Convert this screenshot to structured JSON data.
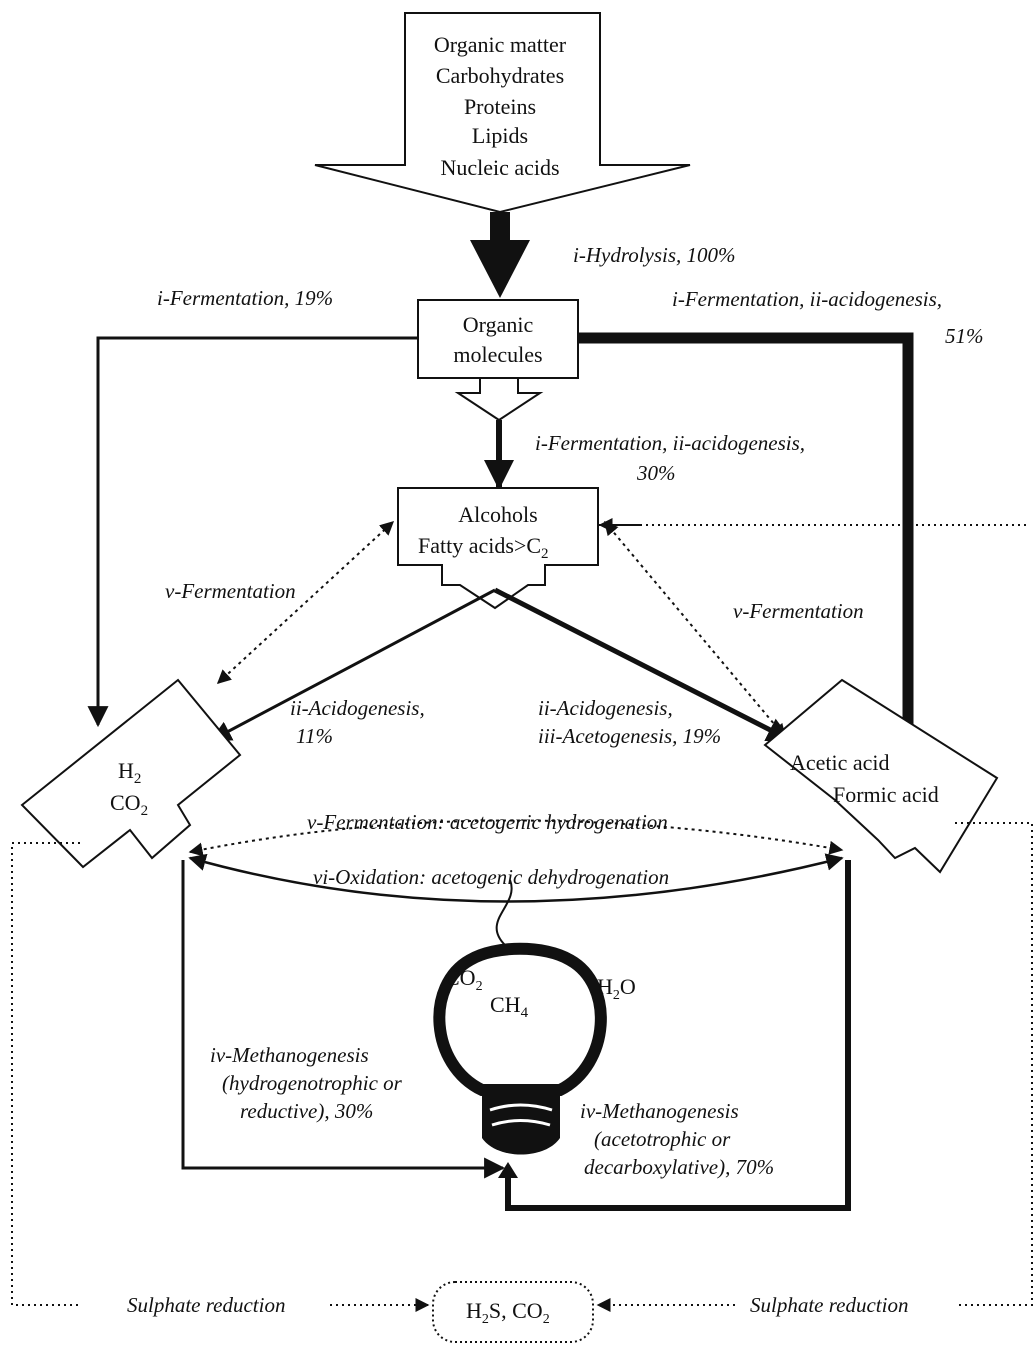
{
  "nodes": {
    "organic_matter": [
      "Organic matter",
      "Carbohydrates",
      "Proteins",
      "Lipids",
      "Nucleic acids"
    ],
    "organic_molecules": [
      "Organic",
      "molecules"
    ],
    "alcohols": {
      "line1": "Alcohols",
      "line2": "Fatty acids>C",
      "sub": "2"
    },
    "h2_co2": {
      "h": "H",
      "h_sub": "2",
      "co": "CO",
      "co_sub": "2"
    },
    "acetic_formic": [
      "Acetic acid",
      "Formic acid"
    ],
    "ch4": {
      "c": "CH",
      "sub": "4"
    },
    "co2_small": {
      "c": "CO",
      "sub": "2"
    },
    "h2o_small": {
      "h": "H",
      "sub": "2",
      "o": "O"
    },
    "h2s_co2": {
      "h": "H",
      "sub": "2",
      "rest": "S, CO",
      "sub2": "2"
    }
  },
  "labels": {
    "hydrolysis": "i-Hydrolysis, 100%",
    "fermentation_left": "i-Fermentation, 19%",
    "ferm_acido_right_1": "i-Fermentation, ii-acidogenesis,",
    "ferm_acido_right_2": "51%",
    "ferm_acido_mid_1": "i-Fermentation, ii-acidogenesis,",
    "ferm_acido_mid_2": "30%",
    "v_ferm_left": "v-Fermentation",
    "v_ferm_right": "v-Fermentation",
    "acido_left_1": "ii-Acidogenesis,",
    "acido_left_2": "11%",
    "acido_right_1": "ii-Acidogenesis,",
    "acido_right_2": "iii-Acetogenesis, 19%",
    "hydrogenation": "v-Fermentation: acetogenic hydrogenation",
    "dehydrogenation": "vi-Oxidation: acetogenic dehydrogenation",
    "methano_left_1": "iv-Methanogenesis",
    "methano_left_2": "(hydrogenotrophic or",
    "methano_left_3": "reductive), 30%",
    "methano_right_1": "iv-Methanogenesis",
    "methano_right_2": "(acetotrophic or",
    "methano_right_3": "decarboxylative), 70%",
    "sulphate_left": "Sulphate reduction",
    "sulphate_right": "Sulphate reduction"
  }
}
